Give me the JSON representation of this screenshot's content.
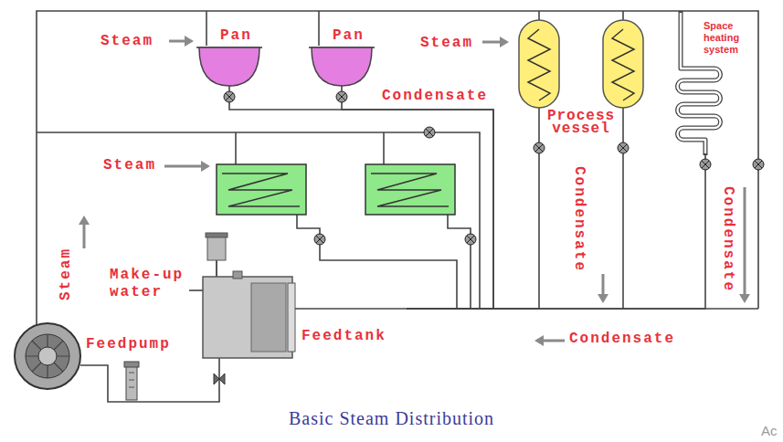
{
  "diagram": {
    "caption": "Basic Steam Distribution",
    "nodes": [
      {
        "text": [
          "Pan"
        ]
      },
      {
        "text": [
          "Pan"
        ]
      },
      {
        "text": [
          "Process vessel"
        ]
      },
      {
        "text": [
          "Space heating system"
        ]
      },
      {
        "text": [
          "Feedtank"
        ]
      }
    ],
    "edges": [
      {
        "from": 0,
        "to": 4,
        "arrow": "none"
      },
      {
        "from": 1,
        "to": 4,
        "arrow": "none"
      },
      {
        "from": 2,
        "to": 4,
        "arrow": "none"
      },
      {
        "from": 3,
        "to": 4,
        "arrow": "none"
      }
    ],
    "labels": [
      "Steam",
      "Steam",
      "Condensate",
      "Steam",
      "Steam",
      "Make-up water",
      "Feedpump",
      "Condensate",
      "Condensate",
      "Condensate",
      "Ac"
    ]
  }
}
